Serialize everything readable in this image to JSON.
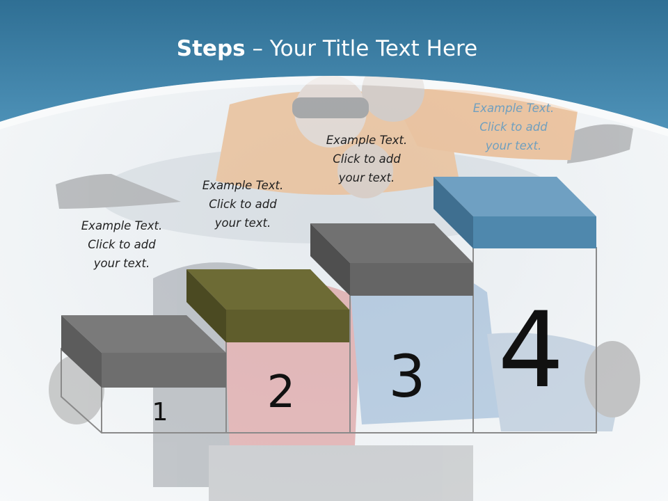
{
  "slide": {
    "title_bold": "Steps",
    "title_rest": " – Your Title Text Here",
    "colors": {
      "header": "#3e7fa4",
      "step1_top": "#7d7d7d",
      "step2_top": "#6b6a34",
      "step3_top": "#6f6f6f",
      "step4_top": "#4f88ad"
    },
    "steps": [
      {
        "number": "1",
        "line1": "Example Text.",
        "line2": "Click  to add",
        "line3": "your text."
      },
      {
        "number": "2",
        "line1": "Example Text.",
        "line2": "Click  to add",
        "line3": "your text."
      },
      {
        "number": "3",
        "line1": "Example Text.",
        "line2": "Click  to add",
        "line3": "your text."
      },
      {
        "number": "4",
        "line1": "Example Text.",
        "line2": "Click  to add",
        "line3": "your text."
      }
    ]
  }
}
